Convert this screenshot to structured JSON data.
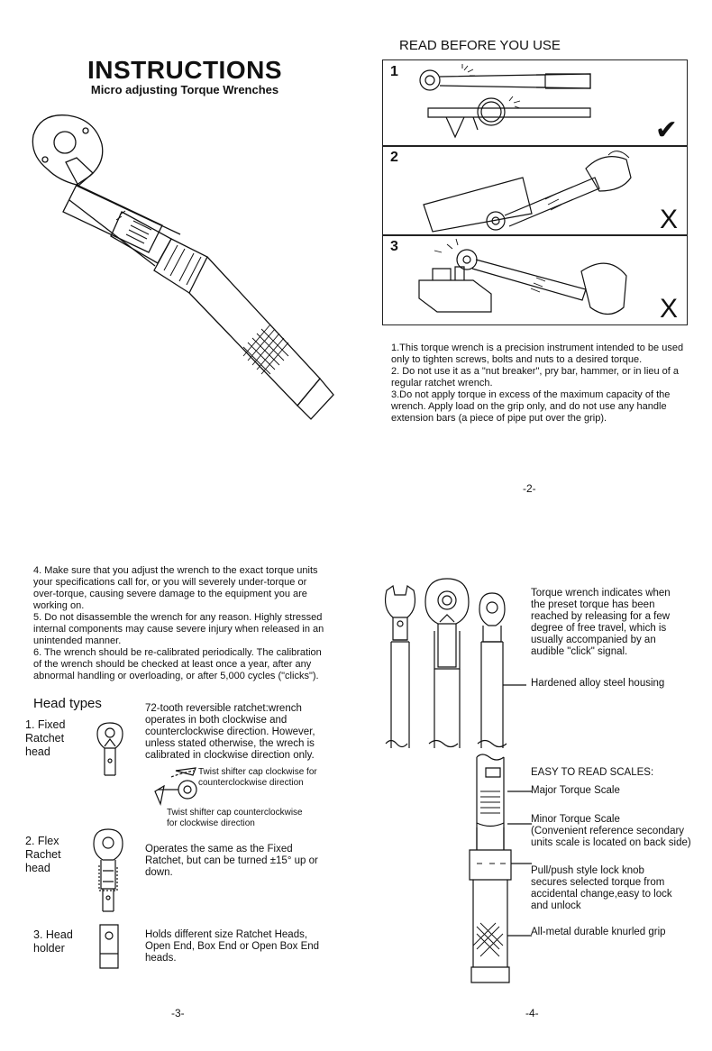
{
  "page2": {
    "title": "INSTRUCTIONS",
    "subtitle": "Micro adjusting Torque Wrenches",
    "read_before": "READ BEFORE YOU USE",
    "panels": [
      {
        "num": "1",
        "mark": "✔",
        "mark_icon": "checkmark-icon"
      },
      {
        "num": "2",
        "mark": "X",
        "mark_icon": "cross-icon"
      },
      {
        "num": "3",
        "mark": "X",
        "mark_icon": "cross-icon"
      }
    ],
    "rules": [
      "1.This torque wrench is a precision instrument intended to be used",
      "only to tighten screws, bolts and nuts to a desired torque.",
      "2. Do not use it as a \"nut breaker\", pry bar, hammer, or in lieu of a",
      "regular ratchet wrench.",
      "3.Do not apply torque in excess of the maximum capacity of the",
      "wrench. Apply load on the grip only, and do not use any handle",
      "extension bars (a piece of pipe put over the grip)."
    ],
    "page_number": "-2-"
  },
  "page3": {
    "rules": [
      "4. Make sure that you adjust the wrench to the exact torque units",
      "your specifications call for, or you will severely under-torque or",
      "over-torque, causing severe damage to the equipment you are",
      "working on.",
      "5. Do not disassemble the wrench for any reason. Highly stressed",
      "internal components may cause severe injury when released in an",
      "unintended manner.",
      "6. The wrench should be re-calibrated periodically. The calibration",
      "of the wrench should be checked at least once a year, after any",
      "abnormal handling or overloading, or after 5,000 cycles (\"clicks\")."
    ],
    "head_types_title": "Head types",
    "heads": [
      {
        "name": [
          "1. Fixed",
          "Ratchet",
          "head"
        ],
        "desc": [
          "72-tooth reversible ratchet:wrench",
          "operates in both clockwise and",
          "counterclockwise direction. However,",
          "unless stated otherwise, the wrech is",
          "calibrated in clockwise direction only."
        ]
      },
      {
        "name": [
          "2. Flex",
          "Rachet",
          "head"
        ],
        "desc": [
          "Operates the same as the Fixed",
          "Ratchet, but can be turned ±15° up or",
          "down."
        ]
      },
      {
        "name": [
          "3. Head",
          "holder"
        ],
        "desc": [
          "Holds different size Ratchet Heads,",
          "Open End, Box End or Open Box End",
          "heads."
        ]
      }
    ],
    "twist_cw": [
      "Twist shifter cap clockwise for",
      "counterclockwise direction"
    ],
    "twist_ccw": [
      "Twist shifter cap counterclockwise",
      "for clockwise direction"
    ],
    "page_number": "-3-"
  },
  "page4": {
    "click_note": [
      "Torque wrench indicates when",
      "the preset torque has been",
      "reached by releasing for a few",
      "degree of free travel, which is",
      "usually accompanied by an",
      "audible \"click\" signal."
    ],
    "housing": "Hardened alloy steel housing",
    "easy_scales": "EASY TO READ SCALES:",
    "major_scale": "Major Torque Scale",
    "minor_scale": [
      "Minor Torque Scale",
      "(Convenient reference secondary",
      "units scale is located on back side)"
    ],
    "lock_knob": [
      "Pull/push style lock knob",
      "secures selected torque from",
      "accidental change,easy to lock",
      "and unlock"
    ],
    "grip": "All-metal durable knurled grip",
    "page_number": "-4-"
  }
}
